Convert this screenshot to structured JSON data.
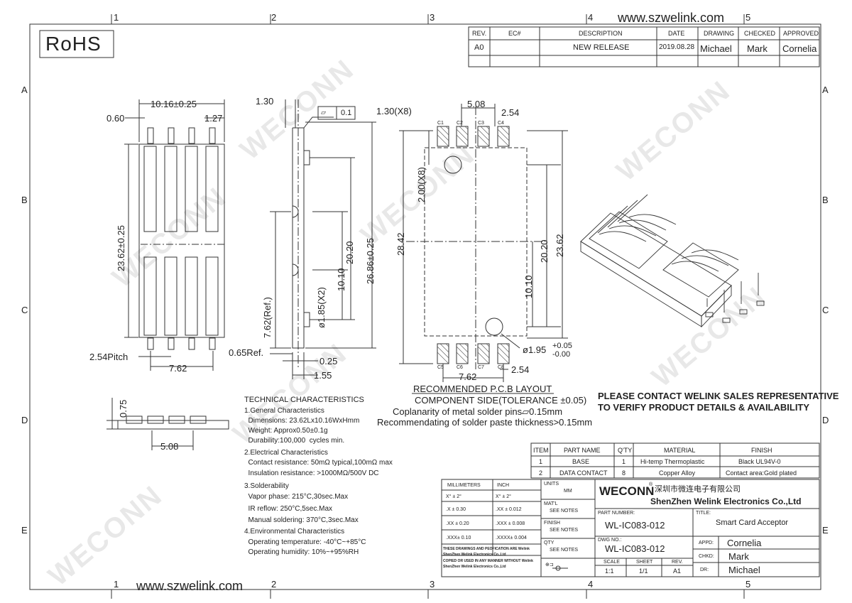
{
  "website": "www.szwelink.com",
  "rohs": "RoHS",
  "grid": {
    "cols": [
      "1",
      "2",
      "3",
      "4",
      "5"
    ],
    "rows": [
      "A",
      "B",
      "C",
      "D",
      "E"
    ]
  },
  "watermark": "WECONN",
  "revision_table": {
    "headers": [
      "REV.",
      "EC#",
      "DESCRIPTION",
      "DATE",
      "DRAWING",
      "CHECKED",
      "APPROVED"
    ],
    "row": [
      "A0",
      "",
      "NEW RELEASE",
      "2019.08.28",
      "Michael",
      "Mark",
      "Cornelia"
    ]
  },
  "dims": {
    "top_width": "10.16±0.25",
    "d060": "0.60",
    "d127": "1.27",
    "len_2362": "23.62±0.25",
    "pitch": "2.54Pitch",
    "d762": "7.62",
    "d130": "1.30",
    "flat": "0.1",
    "len_2686": "26.86±0.25",
    "d2020": "20.20",
    "d1010": "10.10",
    "hole185": "ø1.85(X2)",
    "ref762": "7.62(Ref.)",
    "ref065": "0.65Ref.",
    "d025": "0.25",
    "d155": "1.55",
    "p130x8": "1.30(X8)",
    "p508": "5.08",
    "p254": "2.54",
    "p200x8": "2.00(X8)",
    "p2842": "28.42",
    "p2020": "20.20",
    "p2362": "23.62",
    "p1010": "10.10",
    "hole195": "ø1.95",
    "tol_plus": "+0.05",
    "tol_minus": "-0.00",
    "p762": "7.62",
    "p254b": "2.54",
    "d075": "0.75",
    "d508": "5.08",
    "pads_top": [
      "C1",
      "C2",
      "C3",
      "C4"
    ],
    "pads_bot": [
      "C5",
      "C6",
      "C7",
      "C8"
    ]
  },
  "pcb": {
    "title": "RECOMMENDED P.C.B LAYOUT",
    "subtitle": "COMPONENT SIDE(TOLERANCE ±0.05)",
    "note1": "Coplanarity of metal solder pins▱0.15mm",
    "note2": "Recommendating of solder paste thickness>0.15mm"
  },
  "contact_notice": [
    "PLEASE CONTACT WELINK SALES REPRESENTATIVE",
    "TO VERIFY PRODUCT DETAILS & AVAILABILITY"
  ],
  "tech": {
    "title": "TECHNICAL CHARACTERISTICS",
    "lines": [
      "1.General Characteristics",
      "  Dimensions: 23.62Lx10.16WxHmm",
      "  Weight: Approx0.50±0.1g",
      "  Durability:100,000  cycles min.",
      "2.Electrical Characteristics",
      "  Contact resistance: 50mΩ typical,100mΩ max",
      "  Insulation resistance: >1000MΩ/500V DC",
      "3.Solderability",
      "  Vapor phase: 215°C,30sec.Max",
      "  IR reflow: 250°C,5sec.Max",
      "  Manual soldering: 370°C,3sec.Max",
      "4.Environmental Characteristics",
      "  Operating temperature: -40°C~+85°C",
      "  Operating humidity: 10%~+95%RH"
    ]
  },
  "bom": {
    "headers": [
      "ITEM",
      "PART NAME",
      "Q'TY",
      "MATERIAL",
      "FINISH"
    ],
    "rows": [
      [
        "1",
        "BASE",
        "1",
        "Hi-temp Thermoplastic",
        "Black UL94V-0"
      ],
      [
        "2",
        "DATA CONTACT",
        "8",
        "Copper Alloy",
        "Contact area:Gold plated"
      ]
    ]
  },
  "title_block": {
    "mm_header": "MILLIMETERS",
    "inch_header": "INCH",
    "mm_rows": [
      "X° ± 2°",
      ".X ± 0.30",
      ".XX ± 0.20",
      ".XXX± 0.10"
    ],
    "inch_rows": [
      "X° ± 2°",
      ".XX ± 0.012",
      ".XXX ± 0.008",
      ".XXXX± 0.004"
    ],
    "units_label": "UNITS",
    "units_val": "MM",
    "matl_label": "MAT'L",
    "matl_val": "SEE NOTES",
    "finish_label": "FINISH",
    "finish_val": "SEE NOTES",
    "qty_label": "QTY",
    "qty_val": "SEE NOTES",
    "disclaimer": [
      "THESE DRAWINGS AND PEOFICATION ARE Welink",
      "ShenZhen Welink Electronics Co.,Ltd",
      "COPIED OR USED IN ANY MANNER WITHOUT Welink",
      "ShenZhen Welink Electronics Co.,Ltd"
    ],
    "brand": "WECONN",
    "brand_cn": "深圳市微连电子有限公司",
    "company": "ShenZhen Welink Electronics Co.,Ltd",
    "part_label": "PART NUMBER:",
    "part_no": "WL-IC083-012",
    "dwg_label": "DWG NO.:",
    "dwg_no": "WL-IC083-012",
    "title_label": "TITLE:",
    "title": "Smart Card Acceptor",
    "scale_label": "SCALE",
    "scale": "1:1",
    "sheet_label": "SHEET",
    "sheet": "1/1",
    "rev_label": "REV.",
    "rev": "A1",
    "appd_label": "APPD:",
    "appd": "Cornelia",
    "chkd_label": "CHKD:",
    "chkd": "Mark",
    "dr_label": "DR:",
    "dr": "Michael"
  },
  "colors": {
    "line": "#333333",
    "accent": "#111111"
  }
}
